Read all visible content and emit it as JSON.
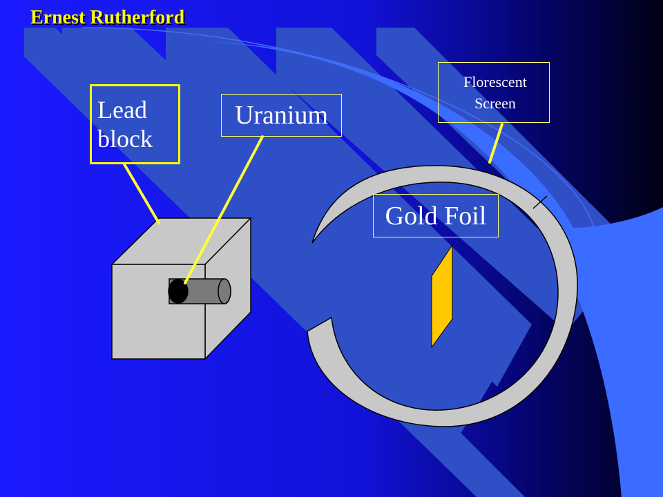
{
  "slide": {
    "title": "Ernest Rutherford",
    "background_color": "#1a1aff",
    "accent_color": "#ffff00"
  },
  "labels": {
    "lead_block_line1": "Lead",
    "lead_block_line2": "block",
    "uranium": "Uranium",
    "screen_line1": "Florescent",
    "screen_line2": "Screen",
    "gold_foil": "Gold Foil"
  },
  "colors": {
    "stripe": "#2e4fc6",
    "lead_block": "#c8c8c8",
    "screen": "#c8c8c8",
    "gold_foil": "#ffc800",
    "pointer_lines": "#ffff33"
  }
}
